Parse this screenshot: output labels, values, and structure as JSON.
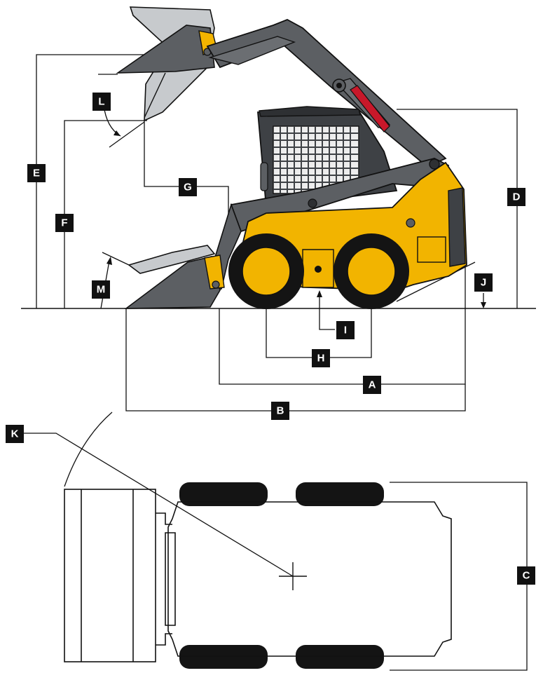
{
  "colors": {
    "machine_yellow": "#F2B400",
    "arm_gray": "#5C5F63",
    "bucket_light": "#C7CACD",
    "tire_black": "#141414",
    "cylinder_red": "#C8182A",
    "label_bg": "#111111",
    "label_text": "#FFFFFF"
  },
  "labels": {
    "A": "A",
    "B": "B",
    "C": "C",
    "D": "D",
    "E": "E",
    "F": "F",
    "G": "G",
    "H": "H",
    "I": "I",
    "J": "J",
    "K": "K",
    "L": "L",
    "M": "M"
  }
}
